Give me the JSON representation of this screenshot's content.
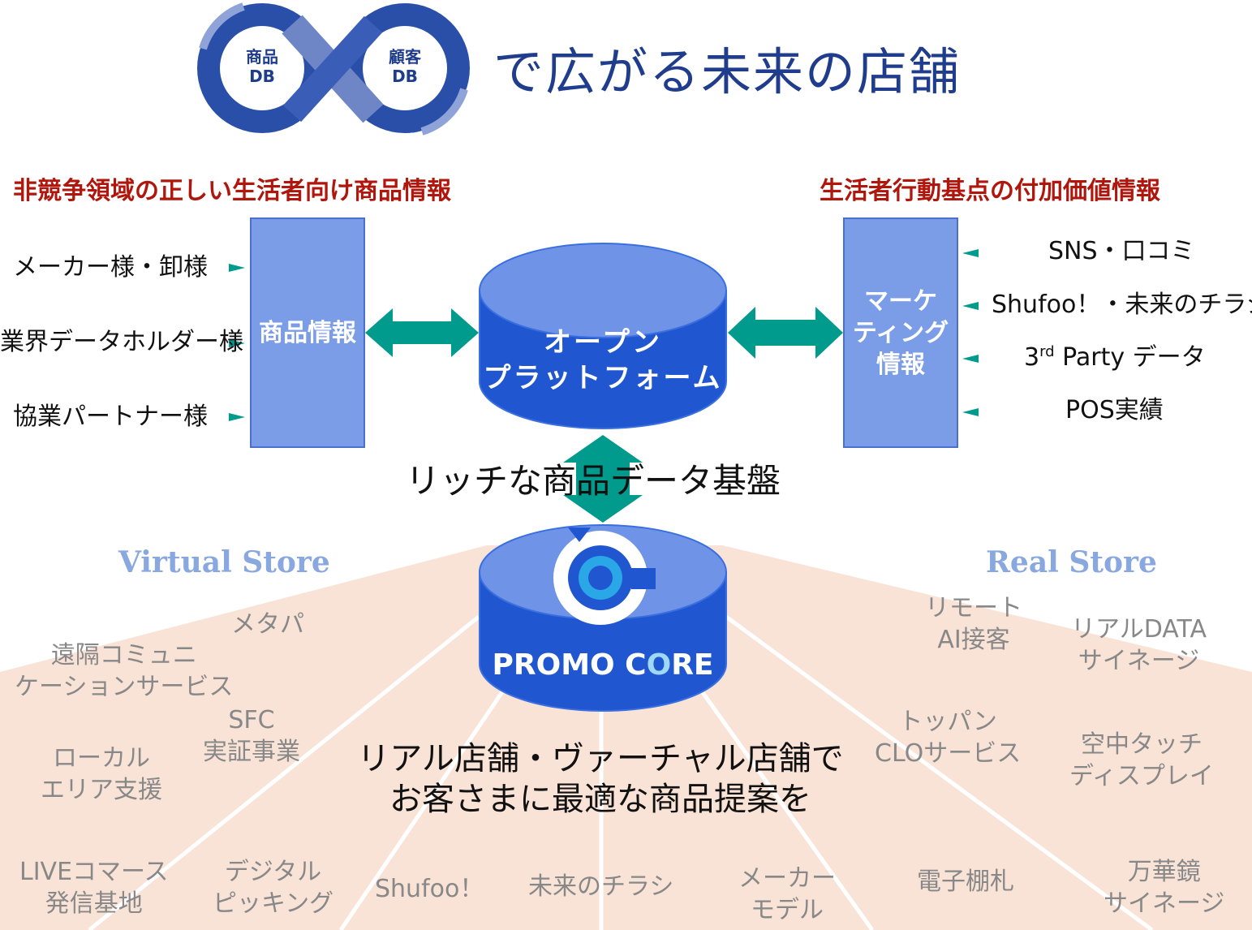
{
  "logo": {
    "left_circle": "商品\nDB",
    "right_circle": "顧客\nDB"
  },
  "title": "で広がる未来の店舗",
  "left_heading": "非競争領域の正しい生活者向け商品情報",
  "right_heading": "生活者行動基点の付加価値情報",
  "left_sources": [
    "メーカー様・卸様",
    "業界データホルダー様",
    "協業パートナー様"
  ],
  "right_sources": [
    "SNS・口コミ",
    "Shufoo！・未来のチラシ",
    "3rd Party データ",
    "POS実績"
  ],
  "right_source_3": {
    "pre": "3",
    "sup": "rd",
    "post": " Party データ"
  },
  "product_info_box": "商品情報",
  "marketing_box": "マーケ\nティング\n情報",
  "platform": "オープン\nプラットフォーム",
  "rich_data_label": "リッチな商品データ基盤",
  "promo_core": {
    "promo": "PROMO C",
    "o": "O",
    "re": "RE"
  },
  "virtual_store": "Virtual Store",
  "real_store": "Real Store",
  "virtual_items": [
    "メタパ",
    "遠隔コミュニ\nケーションサービス",
    "SFC\n実証事業",
    "ローカル\nエリア支援",
    "LIVEコマース\n発信基地",
    "デジタル\nピッキング",
    "Shufoo！",
    "未来のチラシ"
  ],
  "real_items": [
    "リモート\nAI接客",
    "リアルDATA\nサイネージ",
    "トッパン\nCLOサービス",
    "空中タッチ\nディスプレイ",
    "メーカー\nモデル",
    "電子棚札",
    "万華鏡\nサイネージ"
  ],
  "bottom_caption": "リアル店舗・ヴァーチャル店舗で\nお客さまに最適な商品提案を",
  "colors": {
    "title": "#1f3d8c",
    "red_heading": "#b0160c",
    "box_fill": "#7b9ce6",
    "cylinder": "#2056d0",
    "cylinder_top": "#6f93e6",
    "arrow": "#009b8d",
    "fan": "#f9e3d7",
    "store_label": "#8aa8e0",
    "gray_text": "#888888"
  }
}
